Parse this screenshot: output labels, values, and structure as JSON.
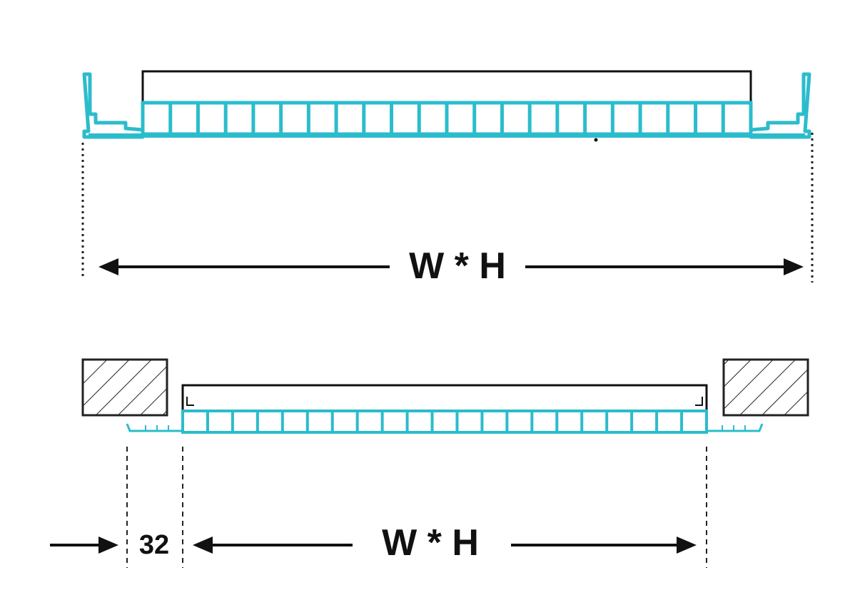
{
  "colors": {
    "profile": "#2bbccc",
    "ink": "#111111",
    "panel_fill": "#ffffff",
    "background": "#ffffff"
  },
  "top_diagram": {
    "dimension_label": "W * H",
    "cell_count": 22
  },
  "bottom_diagram": {
    "dimension_label": "W * H",
    "offset_label": "32",
    "cell_count": 21
  }
}
